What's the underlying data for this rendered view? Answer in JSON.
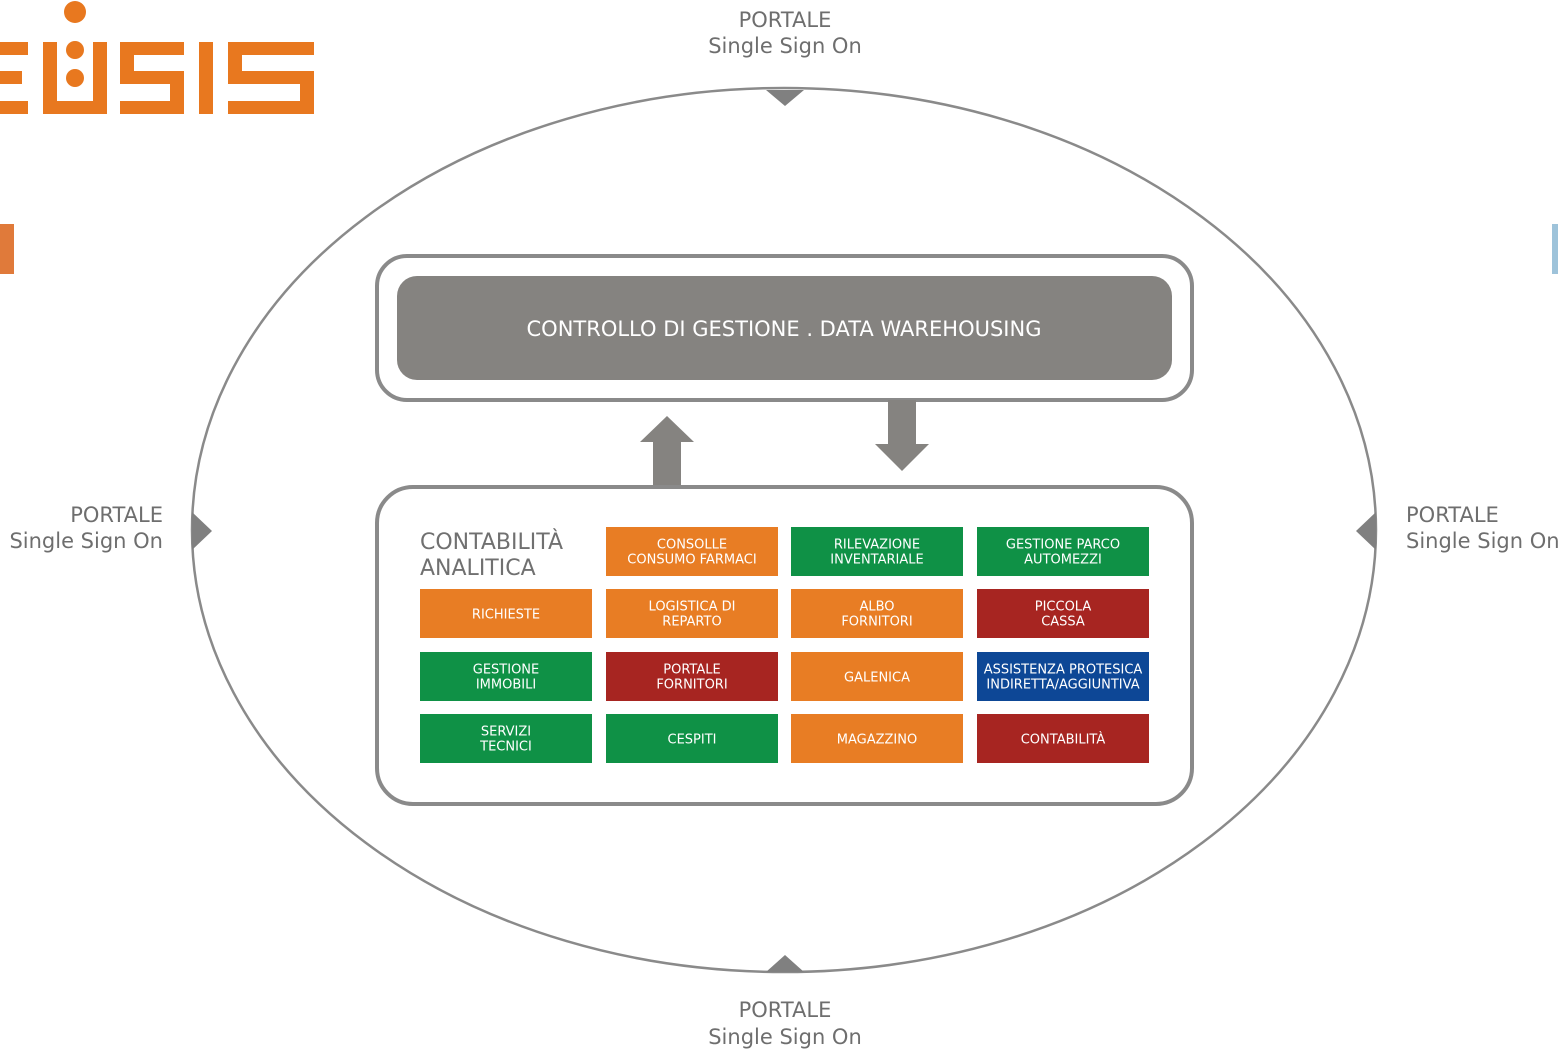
{
  "brand": {
    "logo_text": "EUSIS",
    "color": "#e8781f"
  },
  "portals": {
    "top": {
      "line1": "PORTALE",
      "line2": "Single Sign On"
    },
    "left": {
      "line1": "PORTALE",
      "line2": "Single Sign On"
    },
    "right": {
      "line1": "PORTALE",
      "line2": "Single Sign On"
    },
    "bottom": {
      "line1": "PORTALE",
      "line2": "Single Sign On"
    }
  },
  "data_warehouse": {
    "title": "CONTROLLO DI GESTIONE  .  DATA WAREHOUSING"
  },
  "modules_section": {
    "title_line1": "CONTABILITÀ",
    "title_line2": "ANALITICA"
  },
  "colors": {
    "orange": "#e87d24",
    "green": "#0f9146",
    "red": "#a72521",
    "blue": "#0d4796",
    "gray": "#858380",
    "frame": "#888888"
  },
  "modules": [
    {
      "line1": "CONSOLLE",
      "line2": "CONSUMO FARMACI",
      "color": "orange"
    },
    {
      "line1": "RILEVAZIONE",
      "line2": "INVENTARIALE",
      "color": "green"
    },
    {
      "line1": "GESTIONE PARCO",
      "line2": "AUTOMEZZI",
      "color": "green"
    },
    {
      "line1": "RICHIESTE",
      "line2": "",
      "color": "orange"
    },
    {
      "line1": "LOGISTICA DI",
      "line2": "REPARTO",
      "color": "orange"
    },
    {
      "line1": "ALBO",
      "line2": "FORNITORI",
      "color": "orange"
    },
    {
      "line1": "PICCOLA",
      "line2": "CASSA",
      "color": "red"
    },
    {
      "line1": "GESTIONE",
      "line2": "IMMOBILI",
      "color": "green"
    },
    {
      "line1": "PORTALE",
      "line2": "FORNITORI",
      "color": "red"
    },
    {
      "line1": "GALENICA",
      "line2": "",
      "color": "orange"
    },
    {
      "line1": "ASSISTENZA PROTESICA",
      "line2": "INDIRETTA/AGGIUNTIVA",
      "color": "blue"
    },
    {
      "line1": "SERVIZI",
      "line2": "TECNICI",
      "color": "green"
    },
    {
      "line1": "CESPITI",
      "line2": "",
      "color": "green"
    },
    {
      "line1": "MAGAZZINO",
      "line2": "",
      "color": "orange"
    },
    {
      "line1": "CONTABILITÀ",
      "line2": "",
      "color": "red"
    }
  ]
}
